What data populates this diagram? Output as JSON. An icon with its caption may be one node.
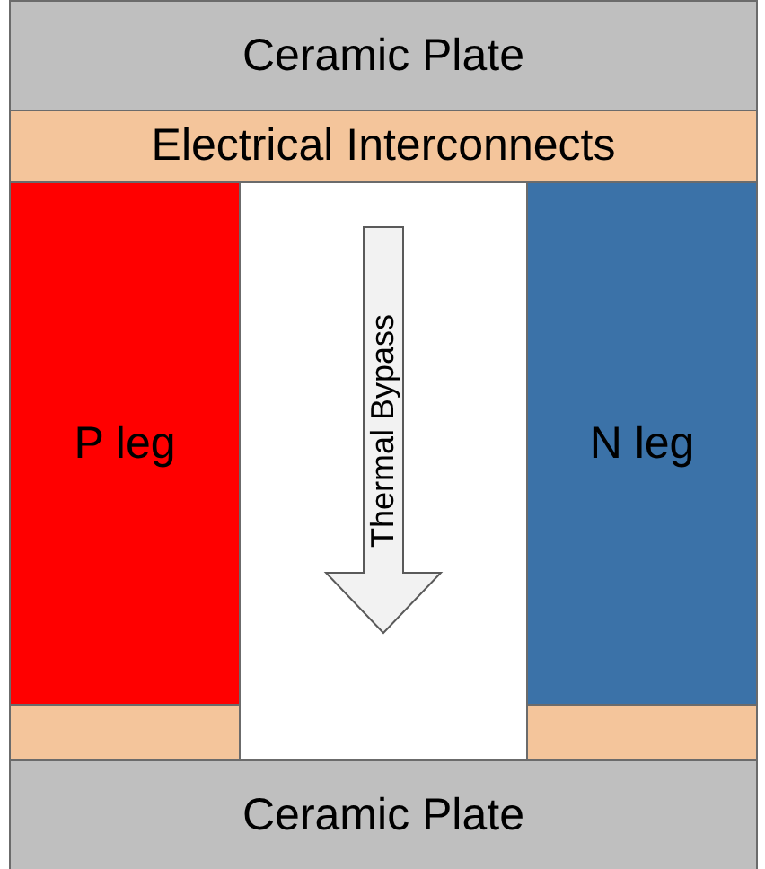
{
  "diagram": {
    "nodes": [
      {
        "text": [
          "Ceramic Plate"
        ]
      },
      {
        "text": [
          "Electrical Interconnects"
        ]
      },
      {
        "text": [
          "P leg"
        ]
      },
      {
        "text": [
          "Thermal Bypass"
        ]
      },
      {
        "text": [
          "N leg"
        ]
      },
      {
        "text": [],
        "shape": "bar"
      },
      {
        "text": [],
        "shape": "bar"
      },
      {
        "text": [
          "Ceramic Plate"
        ]
      }
    ]
  }
}
